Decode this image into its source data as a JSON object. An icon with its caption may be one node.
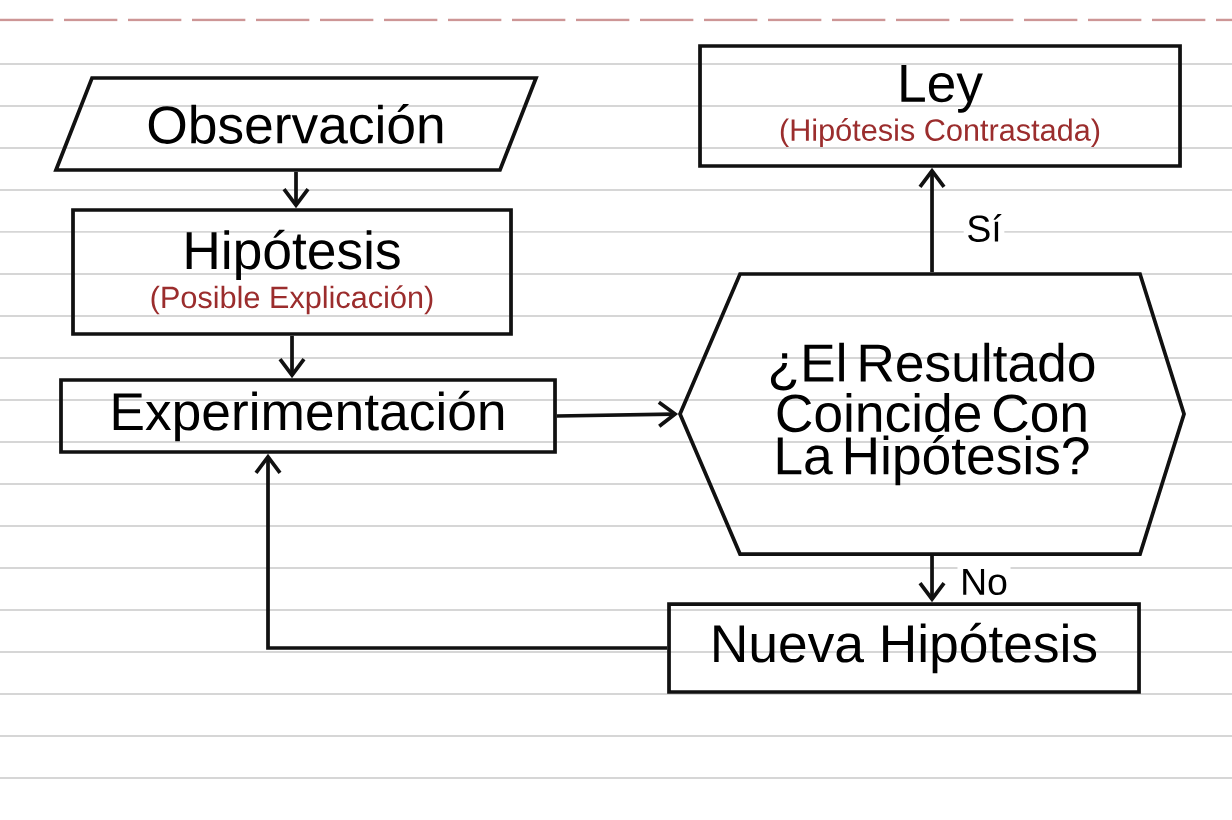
{
  "diagram": {
    "nodes": [
      {
        "text": [
          "Observación"
        ]
      },
      {
        "text": [
          "Hipótesis",
          "(Posible Explicación)"
        ]
      },
      {
        "text": [
          "Experimentación"
        ]
      },
      {
        "text": [
          "¿El Resultado Coincide Con La Hipótesis?"
        ]
      },
      {
        "text": [
          "Ley",
          "(Hipótesis Contrastada)"
        ]
      },
      {
        "text": [
          "Nueva Hipótesis"
        ]
      }
    ],
    "edges": [
      {
        "from": 0,
        "to": 1,
        "arrow": "to"
      },
      {
        "from": 1,
        "to": 2,
        "arrow": "to"
      },
      {
        "from": 2,
        "to": 3,
        "arrow": "to"
      },
      {
        "from": 3,
        "to": 4,
        "arrow": "to",
        "label": "Sí"
      },
      {
        "from": 3,
        "to": 5,
        "arrow": "to",
        "label": "No"
      },
      {
        "from": 5,
        "to": 2,
        "arrow": "to"
      }
    ]
  }
}
